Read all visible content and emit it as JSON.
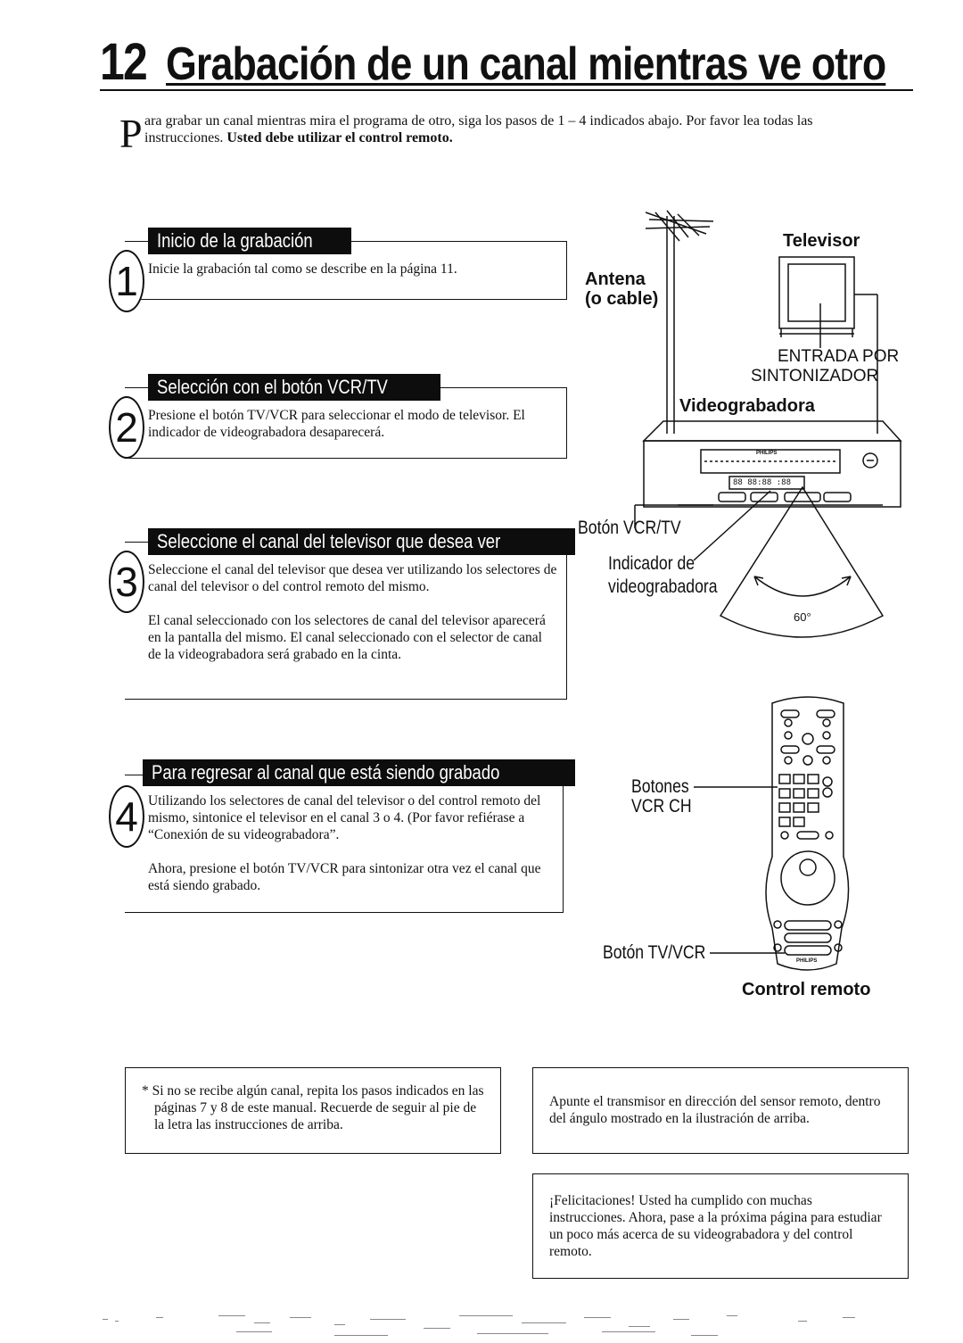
{
  "header": {
    "page_number": "12",
    "title": "Grabación de un canal mientras ve otro"
  },
  "intro": {
    "dropcap": "P",
    "text": "ara grabar un canal mientras mira el programa de otro, siga los pasos de 1 – 4 indicados abajo. Por favor lea todas las instrucciones.",
    "bold": "Usted debe utilizar el control remoto."
  },
  "steps": [
    {
      "number": "1",
      "heading": "Inicio de la grabación",
      "paragraphs": [
        "Inicie la grabación tal como se describe en la página 11."
      ]
    },
    {
      "number": "2",
      "heading": "Selección con el botón VCR/TV",
      "paragraphs": [
        "Presione el botón TV/VCR para seleccionar el modo de televisor. El indicador de videograbadora desaparecerá."
      ]
    },
    {
      "number": "3",
      "heading": "Seleccione el canal del televisor que desea ver",
      "paragraphs": [
        "Seleccione el canal del televisor que desea ver utilizando los selectores de canal del televisor o del control remoto del mismo.",
        "El canal seleccionado con los selectores de canal del televisor aparecerá en la pantalla del mismo. El canal seleccionado con el selector de canal de la videograbadora será grabado en la cinta."
      ]
    },
    {
      "number": "4",
      "heading": "Para regresar al canal que está siendo grabado",
      "paragraphs": [
        "Utilizando los selectores de canal del televisor o del control remoto del mismo, sintonice el televisor en el canal 3 o 4. (Por favor refiérase a “Conexión de su videograbadora”.",
        "Ahora, presione el botón TV/VCR para sintonizar otra vez el canal que está siendo grabado."
      ]
    }
  ],
  "diagram": {
    "televisor": "Televisor",
    "antena_1": "Antena",
    "antena_2": "(o cable)",
    "entrada_1": "ENTRADA POR",
    "entrada_2": "SINTONIZADOR",
    "videograbadora": "Videograbadora",
    "vcr_brand": "PHILIPS",
    "vcr_display": "88 88:88 :88",
    "boton_vcrtv": "Botón VCR/TV",
    "indicador_1": "Indicador de",
    "indicador_2": "videograbadora",
    "angle": "60°",
    "botones_1": "Botones",
    "botones_2": "VCR CH",
    "boton_tvvcr": "Botón TV/VCR",
    "remote_brand": "PHILIPS",
    "control_remoto": "Control remoto"
  },
  "notes": {
    "note1": "* Si no se recibe algún canal, repita los pasos indicados en las páginas 7 y 8 de este manual. Recuerde de seguir al pie de la letra las instrucciones de arriba.",
    "note2": "Apunte el transmisor en dirección del sensor remoto, dentro del ángulo mostrado en la ilustración de arriba.",
    "note3": "¡Felicitaciones! Usted ha cumplido con muchas instrucciones. Ahora, pase a la próxima página para estudiar un poco más acerca de su videograbadora y del control remoto."
  }
}
